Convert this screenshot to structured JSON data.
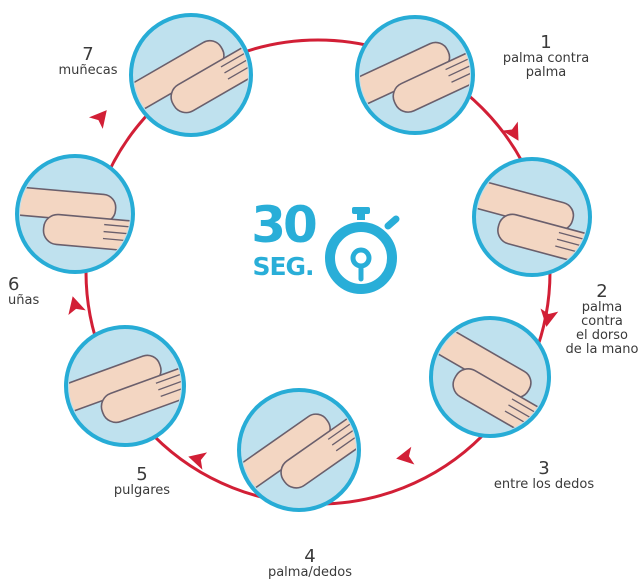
{
  "timer": {
    "number": "30",
    "unit": "SEG."
  },
  "steps": [
    {
      "number": "1",
      "label_lines": [
        "palma contra",
        "palma"
      ]
    },
    {
      "number": "2",
      "label_lines": [
        "palma",
        "contra",
        "el dorso",
        "de la mano"
      ]
    },
    {
      "number": "3",
      "label_lines": [
        "entre los dedos"
      ]
    },
    {
      "number": "4",
      "label_lines": [
        "palma/dedos"
      ]
    },
    {
      "number": "5",
      "label_lines": [
        "pulgares"
      ]
    },
    {
      "number": "6",
      "label_lines": [
        "uñas"
      ]
    },
    {
      "number": "7",
      "label_lines": [
        "muñecas"
      ]
    }
  ],
  "colors": {
    "cycle_red": "#d21f36",
    "ring_blue": "#27acd6",
    "circle_fill": "#bfe1ee",
    "skin": "#f3d6c2",
    "skin_line": "#6a5f6c",
    "text": "#3a3a3a"
  },
  "icons": [
    "stopwatch-icon",
    "hand-illustration",
    "cycle-arrow"
  ]
}
